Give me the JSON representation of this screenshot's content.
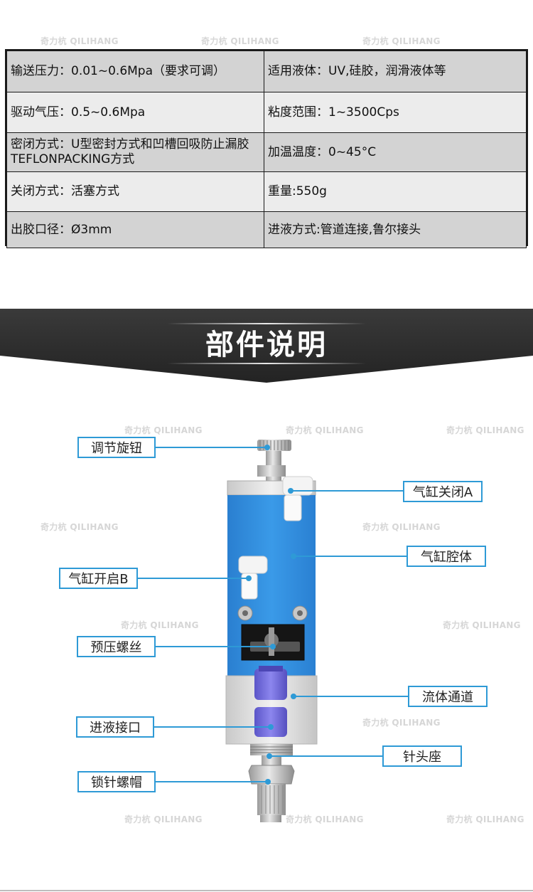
{
  "watermark": "奇力杭 QILIHANG",
  "specs": [
    {
      "left": "输送压力：0.01~0.6Mpa（要求可调）",
      "right": "适用液体：UV,硅胶，润滑液体等"
    },
    {
      "left": "驱动气压：0.5~0.6Mpa",
      "right": "粘度范围：1~3500Cps"
    },
    {
      "left": "密闭方式：U型密封方式和凹槽回吸防止漏胶TEFLONPACKING方式",
      "right": "加温温度：0~45°C"
    },
    {
      "left": "关闭方式：活塞方式",
      "right": "重量:550g"
    },
    {
      "left": "出胶口径：Ø3mm",
      "right": "进液方式:管道连接,鲁尔接头"
    }
  ],
  "section_title": "部件说明",
  "parts": {
    "knob": "调节旋钮",
    "cyl_close": "气缸关闭A",
    "cyl_body": "气缸腔体",
    "cyl_open": "气缸开启B",
    "preload": "预压螺丝",
    "fluid": "流体通道",
    "inlet": "进液接口",
    "needle_seat": "针头座",
    "lock_cap": "锁针螺帽"
  },
  "colors": {
    "accent": "#2e9ad6",
    "cylinder": "#2f8fe0",
    "banner": "#2a2a2a"
  }
}
